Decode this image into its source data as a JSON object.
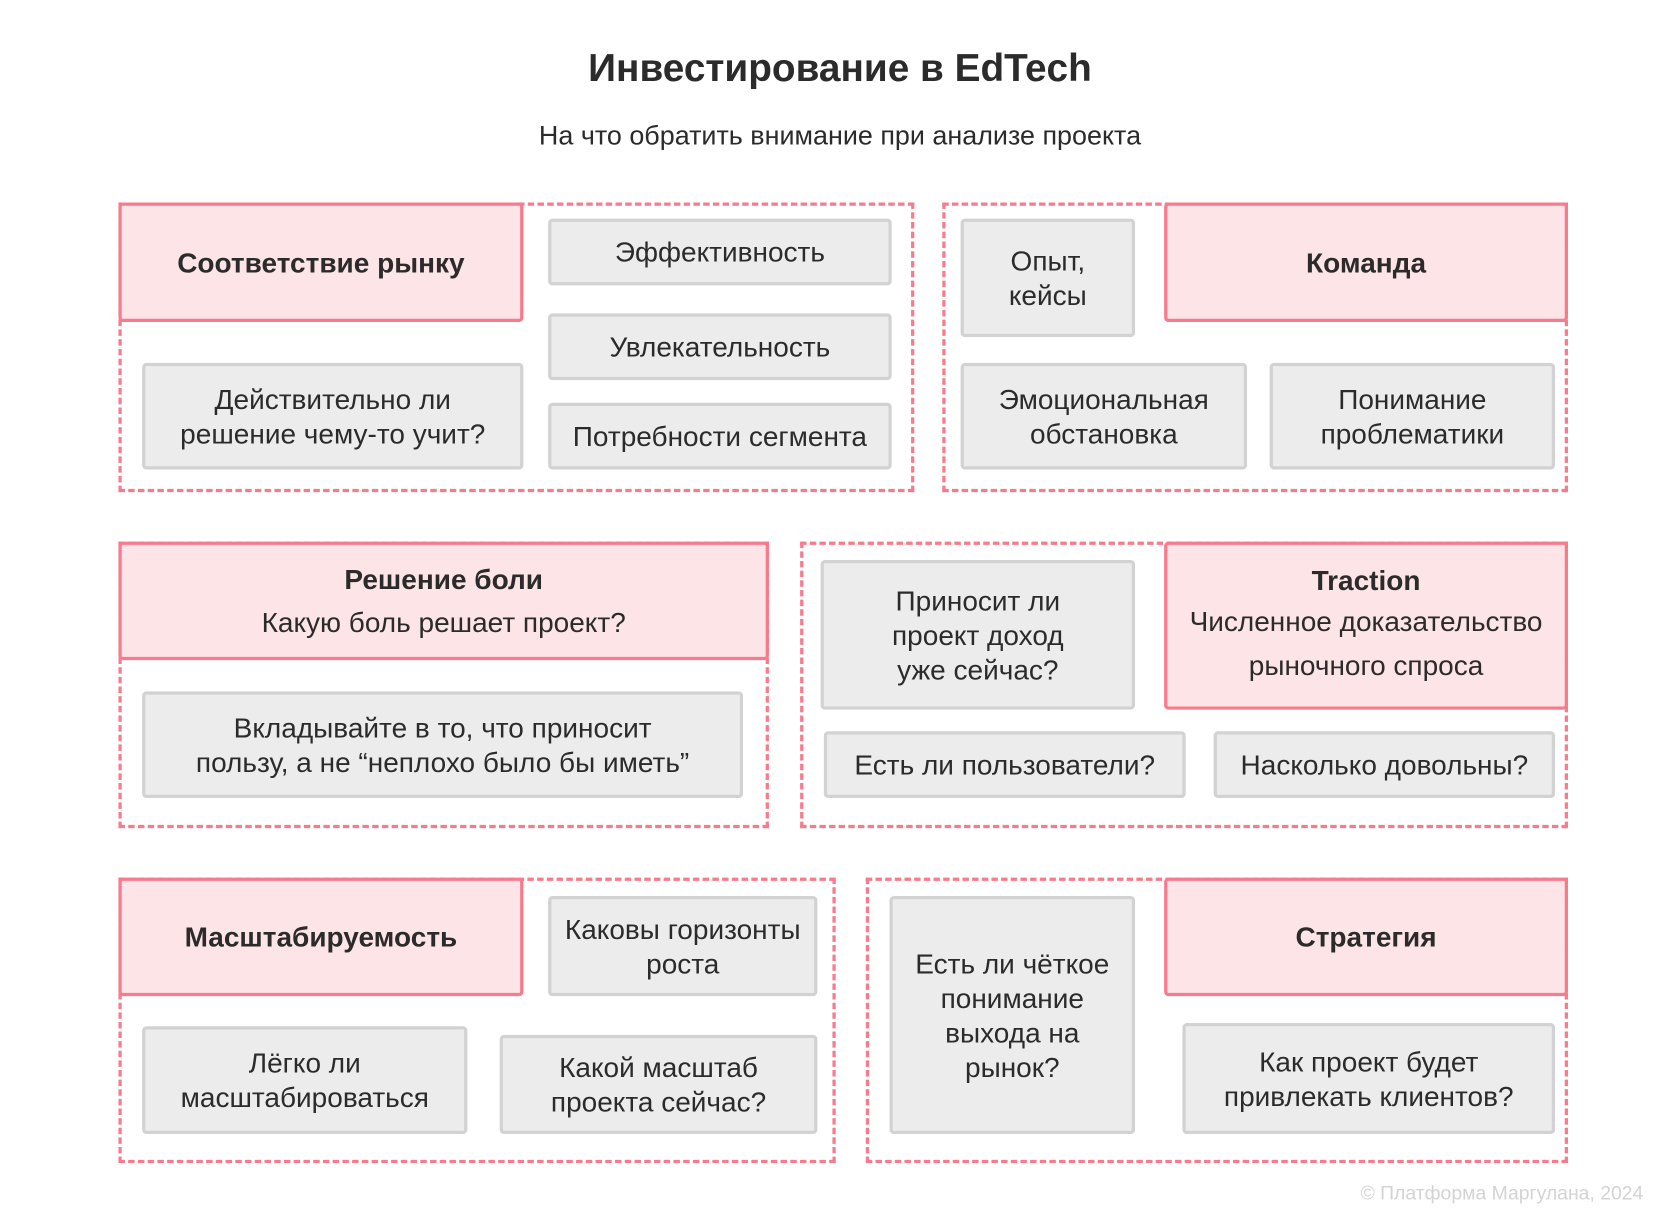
{
  "title": "Инвестирование в EdTech",
  "subtitle": "На что обратить внимание при анализе проекта",
  "groups": {
    "market": {
      "head": "Соответствие рынку",
      "q1": "Действительно ли решение чему-то учит?",
      "q2": "Эффективность",
      "q3": "Увлекательность",
      "q4": "Потребности сегмента"
    },
    "team": {
      "head": "Команда",
      "q1": "Опыт, кейсы",
      "q2": "Эмоциональная обстановка",
      "q3": "Понимание проблематики"
    },
    "pain": {
      "head": "Решение боли",
      "sub": "Какую боль решает проект?",
      "q1": "Вкладывайте в то, что приносит пользу, а не “неплохо было бы иметь”"
    },
    "traction": {
      "head": "Traction",
      "sub": "Численное доказательство рыночного спроса",
      "q1": "Приносит ли проект доход уже сейчас?",
      "q2": "Есть ли пользователи?",
      "q3": "Насколько довольны?"
    },
    "scale": {
      "head": "Масштабируемость",
      "q1": "Каковы горизонты роста",
      "q2": "Лёгко ли масштабироваться",
      "q3": "Какой масштаб проекта сейчас?"
    },
    "strategy": {
      "head": "Стратегия",
      "q1": "Есть ли чёткое понимание выхода на рынок?",
      "q2": "Как проект будет привлекать клиентов?"
    }
  },
  "footer": "© Платформа Маргулана, 2024",
  "colors": {
    "accent": "#f77b8c",
    "accent_fill": "#fde4e6",
    "card_fill": "#ececec",
    "card_border": "#d2d2d2"
  }
}
